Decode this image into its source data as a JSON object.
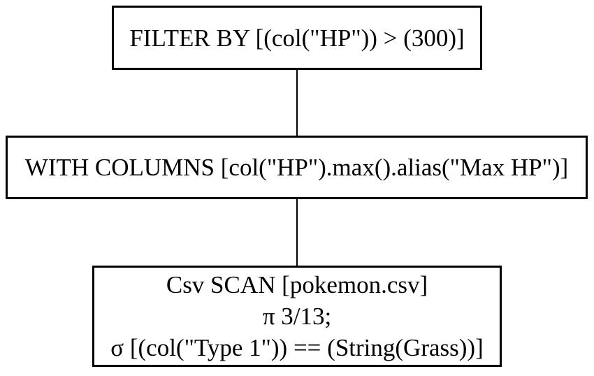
{
  "diagram": {
    "type": "query-plan-tree",
    "background_color": "#ffffff",
    "node_border_color": "#000000",
    "text_color": "#000000",
    "nodes": [
      {
        "id": "filter",
        "lines": [
          "FILTER BY [(col(\"HP\")) > (300)]"
        ]
      },
      {
        "id": "with-columns",
        "lines": [
          "WITH COLUMNS [col(\"HP\").max().alias(\"Max HP\")]"
        ]
      },
      {
        "id": "csv-scan",
        "lines": [
          "Csv SCAN [pokemon.csv]",
          "π 3/13;",
          "σ [(col(\"Type 1\")) == (String(Grass))]"
        ]
      }
    ],
    "edges": [
      {
        "from": "filter",
        "to": "with-columns"
      },
      {
        "from": "with-columns",
        "to": "csv-scan"
      }
    ]
  }
}
